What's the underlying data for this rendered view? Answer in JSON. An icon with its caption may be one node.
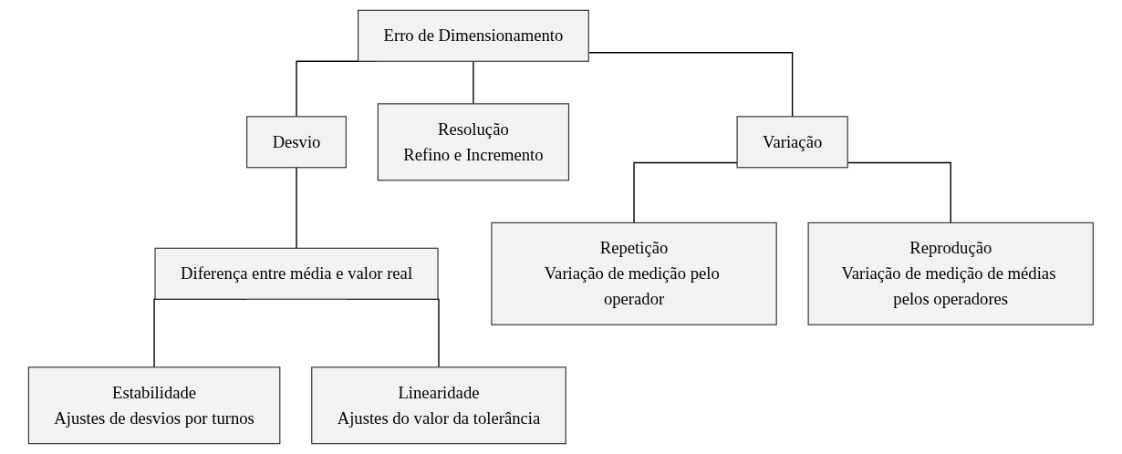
{
  "diagram": {
    "nodes": [
      {
        "text": [
          "Erro de Dimensionamento"
        ]
      },
      {
        "text": [
          "Desvio"
        ]
      },
      {
        "text": [
          "Resolução",
          "Refino e Incremento"
        ]
      },
      {
        "text": [
          "Variação"
        ]
      },
      {
        "text": [
          "Diferença entre média e valor real"
        ]
      },
      {
        "text": [
          "Repetição",
          "Variação de medição pelo operador"
        ]
      },
      {
        "text": [
          "Reprodução",
          "Variação de medição de médias pelos operadores"
        ]
      },
      {
        "text": [
          "Estabilidade",
          "Ajustes de desvios por turnos"
        ]
      },
      {
        "text": [
          "Linearidade",
          "Ajustes do valor da tolerância"
        ]
      }
    ],
    "edges": [
      {
        "from": 0,
        "to": 1,
        "arrow": "none"
      },
      {
        "from": 0,
        "to": 2,
        "arrow": "none"
      },
      {
        "from": 0,
        "to": 3,
        "arrow": "none"
      },
      {
        "from": 1,
        "to": 4,
        "arrow": "none"
      },
      {
        "from": 3,
        "to": 5,
        "arrow": "none"
      },
      {
        "from": 3,
        "to": 6,
        "arrow": "none"
      },
      {
        "from": 4,
        "to": 7,
        "arrow": "none"
      },
      {
        "from": 4,
        "to": 8,
        "arrow": "none"
      }
    ]
  }
}
